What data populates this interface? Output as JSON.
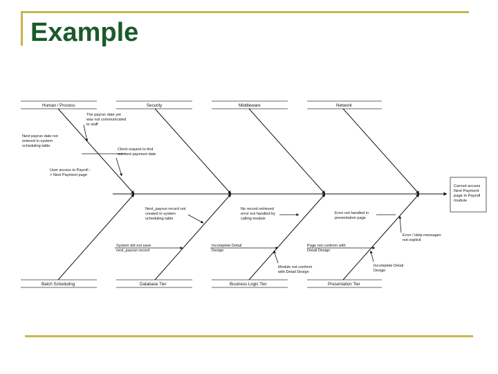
{
  "slide": {
    "title": "Example"
  },
  "diagram": {
    "effect": [
      "Cannot access",
      "Next Payment",
      "page in Payroll",
      "module"
    ],
    "categories_top": [
      "Human / Process",
      "Security",
      "Middleware",
      "Network"
    ],
    "categories_bottom": [
      "Batch Scheduling",
      "Database Tier",
      "Business Logic Tier",
      "Presentation Tier"
    ],
    "causes": [
      [
        "The payrun date yet",
        "was not communicated",
        "to staff"
      ],
      [
        "Next payrun date not",
        "entered in system",
        "scheduling table"
      ],
      [
        "Client request to find",
        "out next payment date"
      ],
      [
        "User access to Payroll -",
        "> Next Payment page"
      ],
      [
        "Next_payrun record not",
        "created in system",
        "scheduling table"
      ],
      [
        "No record retrieved",
        "error not handled by",
        "calling module"
      ],
      [
        "Error not handled in",
        "presentation page"
      ],
      [
        "Error / Help messages",
        "not explicit"
      ],
      [
        "System did not save",
        "next_payrun record"
      ],
      [
        "Incomplete Detail",
        "Design"
      ],
      [
        "Page not conform with",
        "Detail Design"
      ],
      [
        "Module not conform",
        "with Detail Design"
      ],
      [
        "Incomplete Detail",
        "Design"
      ]
    ]
  }
}
